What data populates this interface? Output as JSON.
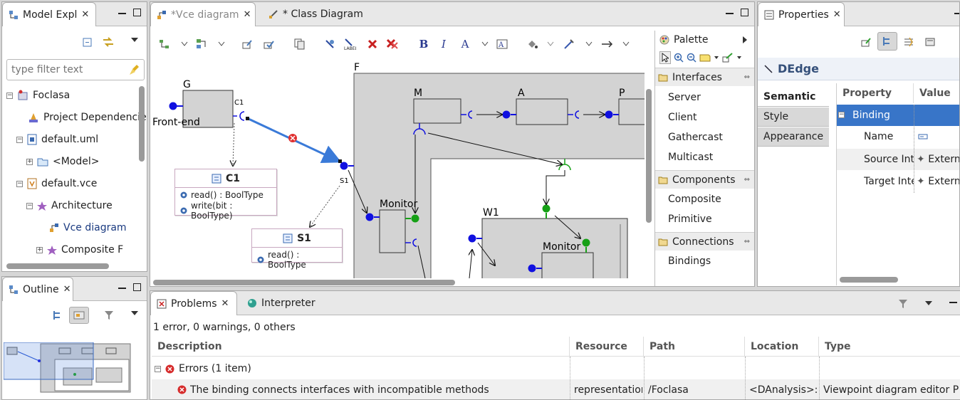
{
  "model_explorer": {
    "tab_label": "Model Expl",
    "filter_placeholder": "type filter text",
    "items": [
      {
        "label": "Foclasa"
      },
      {
        "label": "Project Dependencies"
      },
      {
        "label": "default.uml"
      },
      {
        "label": "<Model>"
      },
      {
        "label": "default.vce"
      },
      {
        "label": "Architecture"
      },
      {
        "label": "Vce diagram"
      },
      {
        "label": "Composite F"
      }
    ]
  },
  "outline": {
    "tab_label": "Outline"
  },
  "editor": {
    "tabs": [
      {
        "label": "*Vce diagram"
      },
      {
        "label": "* Class Diagram"
      }
    ]
  },
  "diagram": {
    "nodes": {
      "g": "G",
      "c1_port": "C1",
      "frontend": "Front-end",
      "f": "F",
      "m": "M",
      "a": "A",
      "p": "P",
      "monitor1": "Monitor",
      "w1": "W1",
      "monitor2": "Monitor",
      "s1_port": "S1"
    },
    "class_c1": {
      "title": "C1",
      "methods": [
        "read() : BoolType",
        "write(bit : BoolType)"
      ]
    },
    "class_s1": {
      "title": "S1",
      "methods": [
        "read() : BoolType"
      ]
    }
  },
  "palette": {
    "title": "Palette",
    "groups": [
      {
        "label": "Interfaces",
        "items": [
          "Server",
          "Client",
          "Gathercast",
          "Multicast"
        ]
      },
      {
        "label": "Components",
        "items": [
          "Composite",
          "Primitive"
        ]
      },
      {
        "label": "Connections",
        "items": [
          "Bindings"
        ]
      }
    ]
  },
  "properties": {
    "tab_label": "Properties",
    "title": "DEdge",
    "side_tabs": [
      "Semantic",
      "Style",
      "Appearance"
    ],
    "columns": [
      "Property",
      "Value"
    ],
    "rows": [
      {
        "property": "Binding",
        "value": ""
      },
      {
        "property": "Name",
        "value": ""
      },
      {
        "property": "Source Inte",
        "value": "Extern"
      },
      {
        "property": "Target Inte",
        "value": "Extern"
      }
    ]
  },
  "problems": {
    "tabs": [
      {
        "label": "Problems"
      },
      {
        "label": "Interpreter"
      }
    ],
    "summary": "1 error, 0 warnings, 0 others",
    "columns": [
      "Description",
      "Resource",
      "Path",
      "Location",
      "Type"
    ],
    "group": "Errors (1 item)",
    "rows": [
      {
        "description": "The binding  connects interfaces with incompatible methods",
        "resource": "representation",
        "path": "/Foclasa",
        "location": "<DAnalysis>::<",
        "type": "Viewpoint diagram editor Plug"
      }
    ]
  },
  "colors": {
    "selection": "#3875c8",
    "port_blue": "#1010e0",
    "port_green": "#16a016",
    "component_fill": "#d3d3d3",
    "error_red": "#d62c2c"
  }
}
